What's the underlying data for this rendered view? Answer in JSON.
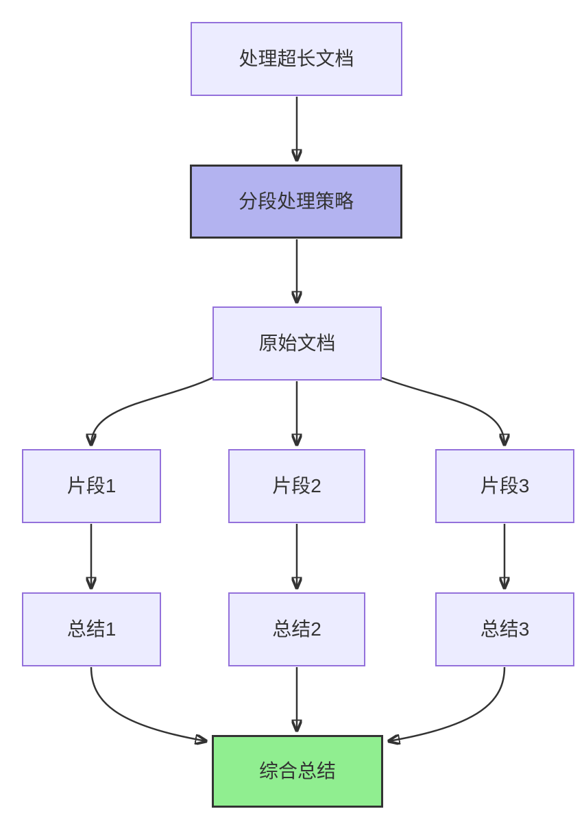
{
  "diagram": {
    "type": "flowchart",
    "direction": "top-down",
    "nodes": [
      {
        "id": "A",
        "label": "处理超长文档",
        "style": "default"
      },
      {
        "id": "B",
        "label": "分段处理策略",
        "style": "highlight-purple"
      },
      {
        "id": "C",
        "label": "原始文档",
        "style": "default"
      },
      {
        "id": "D",
        "label": "片段1",
        "style": "default"
      },
      {
        "id": "E",
        "label": "片段2",
        "style": "default"
      },
      {
        "id": "F",
        "label": "片段3",
        "style": "default"
      },
      {
        "id": "G",
        "label": "总结1",
        "style": "default"
      },
      {
        "id": "H",
        "label": "总结2",
        "style": "default"
      },
      {
        "id": "I",
        "label": "总结3",
        "style": "default"
      },
      {
        "id": "J",
        "label": "综合总结",
        "style": "highlight-green"
      }
    ],
    "edges": [
      {
        "from": "A",
        "to": "B"
      },
      {
        "from": "B",
        "to": "C"
      },
      {
        "from": "C",
        "to": "D"
      },
      {
        "from": "C",
        "to": "E"
      },
      {
        "from": "C",
        "to": "F"
      },
      {
        "from": "D",
        "to": "G"
      },
      {
        "from": "E",
        "to": "H"
      },
      {
        "from": "F",
        "to": "I"
      },
      {
        "from": "G",
        "to": "J"
      },
      {
        "from": "H",
        "to": "J"
      },
      {
        "from": "I",
        "to": "J"
      }
    ],
    "colors": {
      "background": "#ffffff",
      "node_fill": "#ececff",
      "node_border": "#9370db",
      "highlight_fill": "#b3b3f0",
      "highlight_border": "#333333",
      "green_fill": "#90ee90",
      "green_border": "#333333",
      "edge_line": "#333333",
      "text": "#333333"
    }
  }
}
